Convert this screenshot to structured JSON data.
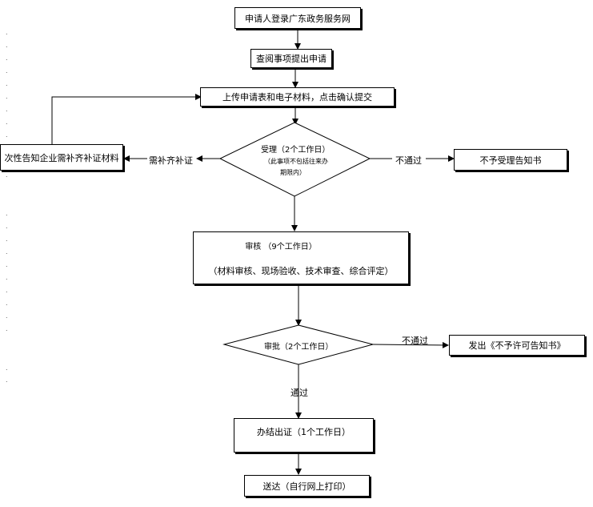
{
  "flow": {
    "apply_login": "申请人登录广东政务服务网",
    "browse_apply": "查阅事项提出申请",
    "upload_submit": "上传申请表和电子材料，点击确认提交",
    "notify_supplement": "次性告知企业需补齐补证材料",
    "supplement_label": "需补齐补证",
    "accept_title": "受理（2个工作日）",
    "accept_note_1": "（此事项不包括往来办",
    "accept_note_2": "期限内）",
    "fail_label_1": "不通过",
    "reject_accept": "不予受理告知书",
    "review_title": "审核 （9个工作日）",
    "review_detail": "（材料审核、现场验收、技术审查、综合评定）",
    "approve_title": "审批（2个工作日）",
    "fail_label_2": "不通过",
    "reject_permit": "发出《不予许可告知书》",
    "pass_label": "通过",
    "issue_cert": "办结出证（1个工作日）",
    "deliver": "送达（自行网上打印）"
  },
  "marks": {
    "period": "."
  }
}
